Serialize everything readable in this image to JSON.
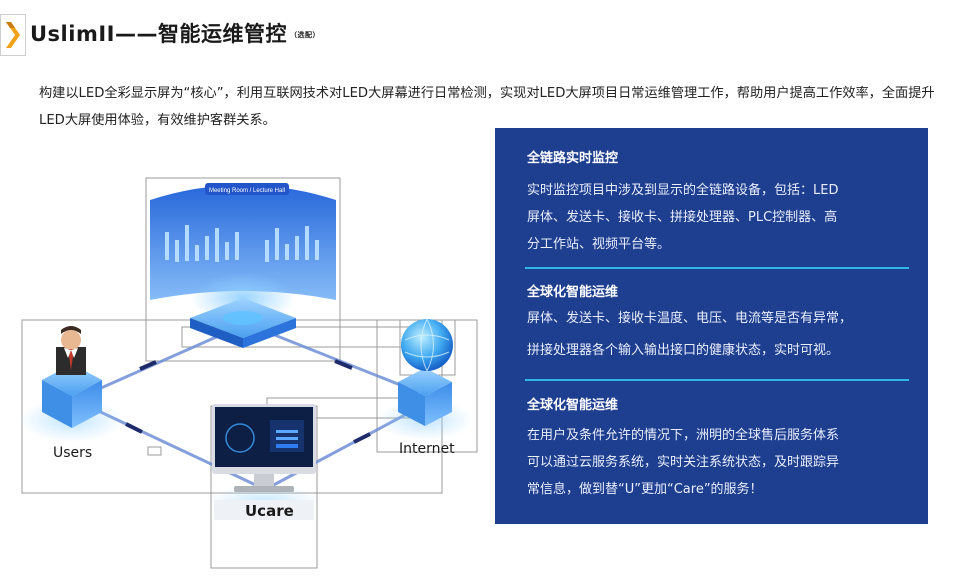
{
  "header": {
    "title": "UslimII——智能运维管控",
    "tag": "（选配）"
  },
  "intro": "构建以LED全彩显示屏为“核心”，利用互联网技术对LED大屏幕进行日常检测，实现对LED大屏项目日常运维管理工作，帮助用户提高工作效率，全面提升LED大屏使用体验，有效维护客群关系。",
  "diagram": {
    "screen_caption": "Meeting Room / Lecture Hall",
    "users_label": "Users",
    "internet_label": "Internet",
    "ucare_label": "Ucare"
  },
  "panel": {
    "bg_color": "#1e3e8f",
    "divider_color": "#31b6e6",
    "sections": [
      {
        "title": "全链路实时监控",
        "lines": [
          "实时监控项目中涉及到显示的全链路设备，包括：LED",
          "屏体、发送卡、接收卡、拼接处理器、PLC控制器、高",
          "分工作站、视频平台等。"
        ]
      },
      {
        "title": "全球化智能运维",
        "lines": [
          "屏体、发送卡、接收卡温度、电压、电流等是否有异常，",
          "拼接处理器各个输入输出接口的健康状态，实时可视。"
        ]
      },
      {
        "title": "全球化智能运维",
        "lines": [
          "在用户及条件允许的情况下，洲明的全球售后服务体系",
          "可以通过云服务系统，实时关注系统状态，及时跟踪异",
          "常信息，做到替“U”更加“Care”的服务！"
        ]
      }
    ]
  }
}
